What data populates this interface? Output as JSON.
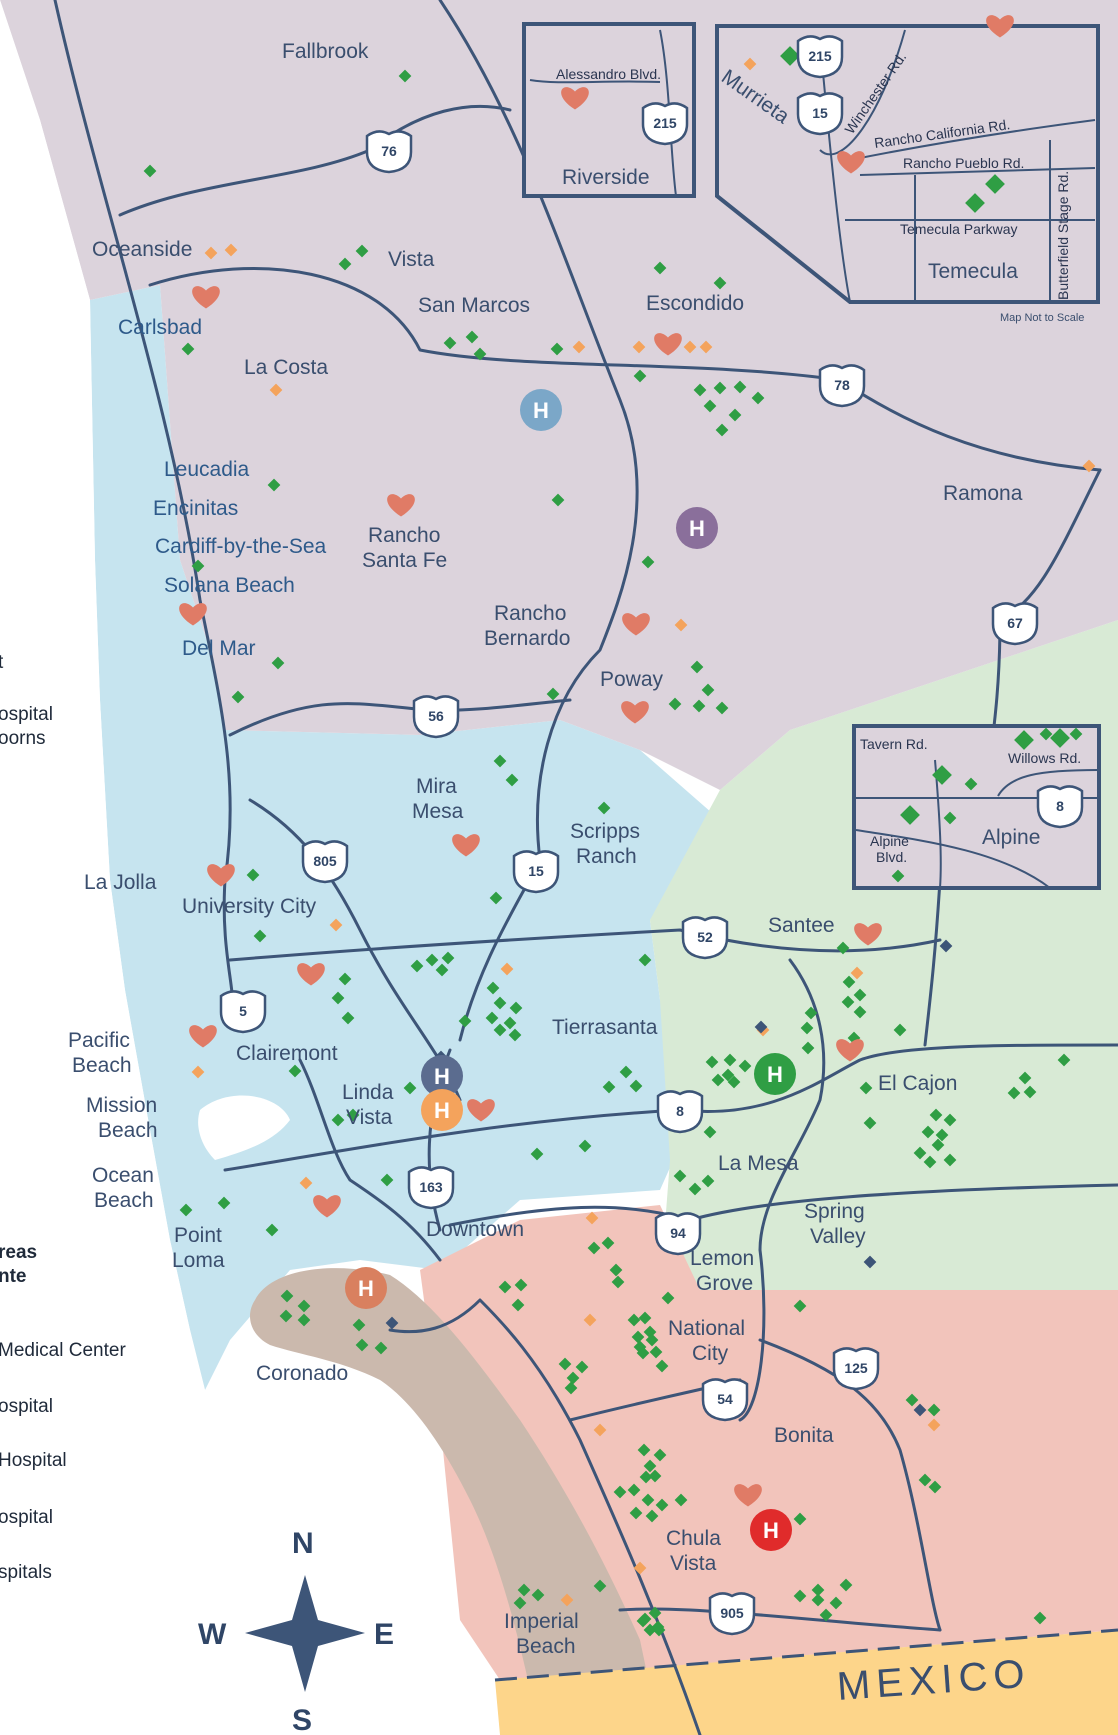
{
  "map": {
    "title": "",
    "scale_note": "Map Not to Scale",
    "country_label": "MEXICO",
    "compass": {
      "n": "N",
      "s": "S",
      "e": "E",
      "w": "W"
    },
    "colors": {
      "north_county": "#dcd3dc",
      "central": "#c6e4ef",
      "east": "#d8ead5",
      "south": "#f2c4bb",
      "coronado": "#cbb9ad",
      "mexico": "#fdd58a",
      "roads": "#3d5578",
      "clinic_green": "#2f9e44",
      "clinic_orange": "#f4a35c",
      "clinic_navy": "#3d5578",
      "heart": "#e07b66"
    },
    "places": [
      {
        "name": "Fallbrook",
        "style": "dark"
      },
      {
        "name": "Oceanside",
        "style": "dark"
      },
      {
        "name": "Vista",
        "style": "dark"
      },
      {
        "name": "Carlsbad",
        "style": "blue"
      },
      {
        "name": "San Marcos",
        "style": "dark"
      },
      {
        "name": "Escondido",
        "style": "dark"
      },
      {
        "name": "La Costa",
        "style": "dark"
      },
      {
        "name": "Leucadia",
        "style": "blue"
      },
      {
        "name": "Encinitas",
        "style": "blue"
      },
      {
        "name": "Cardiff-by-the-Sea",
        "style": "blue"
      },
      {
        "name": "Solana Beach",
        "style": "blue"
      },
      {
        "name": "Del Mar",
        "style": "blue"
      },
      {
        "name": "Rancho",
        "style": "dark"
      },
      {
        "name": "Santa Fe",
        "style": "dark"
      },
      {
        "name": "Rancho",
        "style": "dark"
      },
      {
        "name": "Bernardo",
        "style": "dark"
      },
      {
        "name": "Poway",
        "style": "dark"
      },
      {
        "name": "Ramona",
        "style": "dark"
      },
      {
        "name": "Mira",
        "style": "dark"
      },
      {
        "name": "Mesa",
        "style": "dark"
      },
      {
        "name": "Scripps",
        "style": "dark"
      },
      {
        "name": "Ranch",
        "style": "dark"
      },
      {
        "name": "La Jolla",
        "style": "dark"
      },
      {
        "name": "University City",
        "style": "dark"
      },
      {
        "name": "Santee",
        "style": "dark"
      },
      {
        "name": "Tierrasanta",
        "style": "dark"
      },
      {
        "name": "Clairemont",
        "style": "dark"
      },
      {
        "name": "Pacific",
        "style": "dark"
      },
      {
        "name": "Beach",
        "style": "dark"
      },
      {
        "name": "Linda",
        "style": "dark"
      },
      {
        "name": "Vista",
        "style": "dark"
      },
      {
        "name": "Mission",
        "style": "dark"
      },
      {
        "name": "Beach",
        "style": "dark"
      },
      {
        "name": "El Cajon",
        "style": "dark"
      },
      {
        "name": "La Mesa",
        "style": "dark"
      },
      {
        "name": "Ocean",
        "style": "dark"
      },
      {
        "name": "Beach",
        "style": "dark"
      },
      {
        "name": "Point",
        "style": "dark"
      },
      {
        "name": "Loma",
        "style": "dark"
      },
      {
        "name": "Downtown",
        "style": "dark"
      },
      {
        "name": "Spring",
        "style": "dark"
      },
      {
        "name": "Valley",
        "style": "dark"
      },
      {
        "name": "Lemon",
        "style": "dark"
      },
      {
        "name": "Grove",
        "style": "dark"
      },
      {
        "name": "National",
        "style": "dark"
      },
      {
        "name": "City",
        "style": "dark"
      },
      {
        "name": "Coronado",
        "style": "dark"
      },
      {
        "name": "Bonita",
        "style": "dark"
      },
      {
        "name": "Chula",
        "style": "dark"
      },
      {
        "name": "Vista",
        "style": "dark"
      },
      {
        "name": "Imperial",
        "style": "dark"
      },
      {
        "name": "Beach",
        "style": "dark"
      }
    ],
    "shields": [
      "76",
      "215",
      "215",
      "15",
      "78",
      "67",
      "56",
      "805",
      "15",
      "52",
      "5",
      "8",
      "163",
      "94",
      "125",
      "54",
      "905",
      "8"
    ],
    "inset_riverside": {
      "title": "Riverside",
      "road": "Alessandro Blvd."
    },
    "inset_temecula": {
      "title": "Temecula",
      "city": "Murrieta",
      "roads": [
        "Winchester Rd.",
        "Rancho California Rd.",
        "Rancho Pueblo Rd.",
        "Temecula Parkway",
        "Butterfield Stage Rd."
      ]
    },
    "inset_alpine": {
      "title": "Alpine",
      "roads": [
        "Tavern Rd.",
        "Willows Rd.",
        "Alpine",
        "Blvd."
      ]
    },
    "hospital_letter": "H",
    "hospital_colors": [
      "#7ba7c8",
      "#8a6f9b",
      "#5b6c8f",
      "#f4a35c",
      "#2f9e44",
      "#d9805f",
      "#e02b2b"
    ],
    "legend_fragments": [
      "t",
      "ospital",
      "oorns",
      "reas",
      "nte",
      "Medical Center",
      "ospital",
      "Hospital",
      "ospital",
      "spitals"
    ]
  }
}
